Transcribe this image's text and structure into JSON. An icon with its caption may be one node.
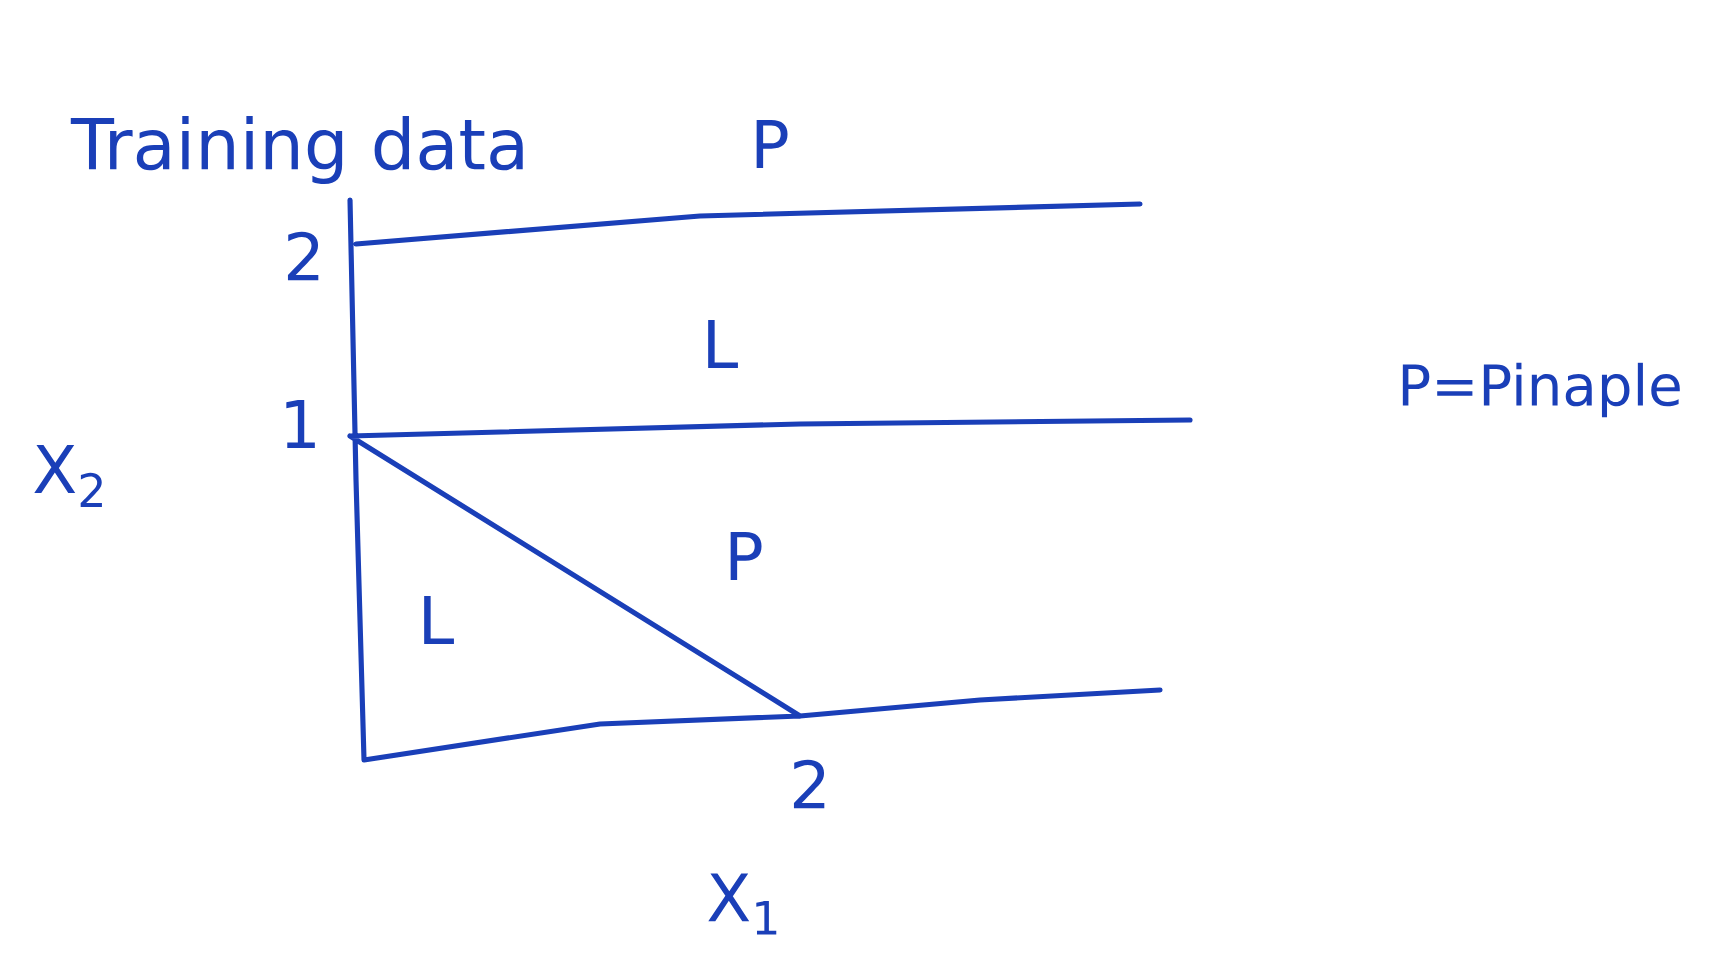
{
  "diagram": {
    "title": "Training data",
    "labels": [
      "P",
      "2",
      "L",
      "X$_{2}$",
      "1",
      "P=Pinaple",
      "P",
      "L",
      "2",
      "X$_{1}$"
    ]
  }
}
